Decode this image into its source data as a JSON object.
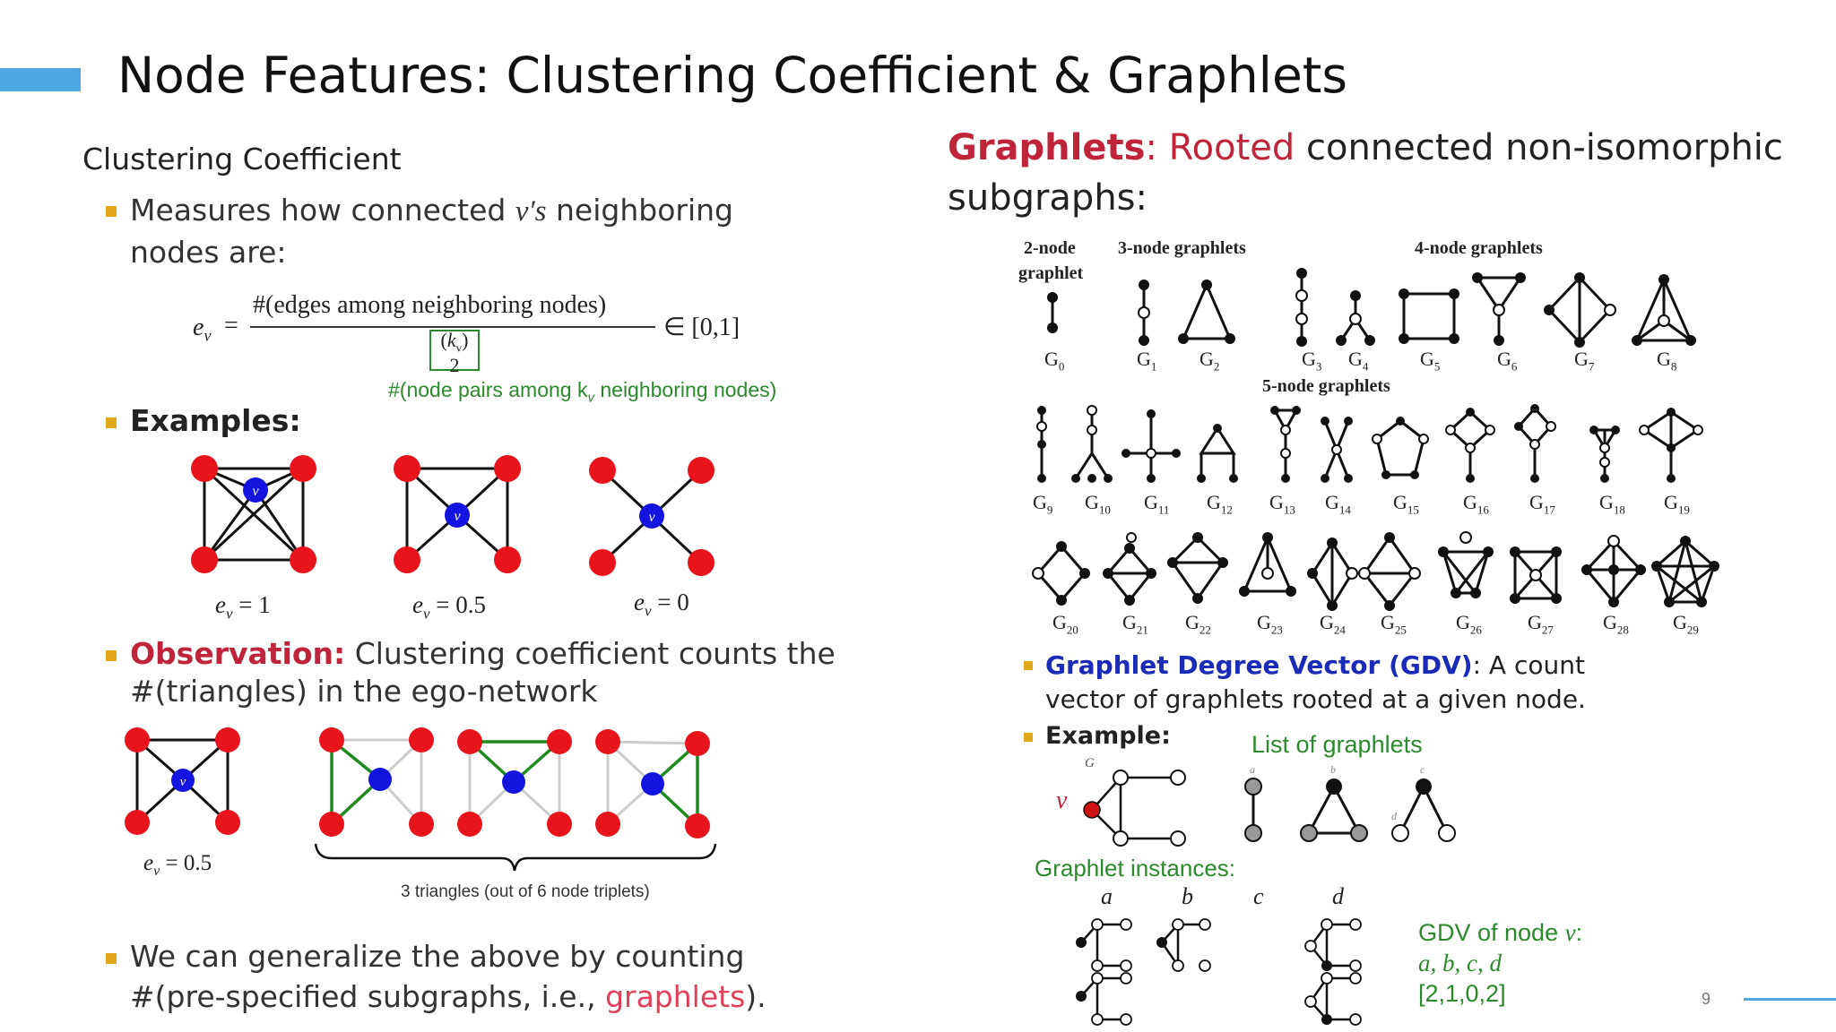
{
  "slide": {
    "title": "Node Features: Clustering Coefficient & Graphlets",
    "page_number": "9",
    "accent_color": "#4fa8e6"
  },
  "left": {
    "subtitle": "Clustering Coefficient",
    "bullet1_a": "Measures how connected ",
    "bullet1_v": "v′s",
    "bullet1_b": " neighboring",
    "bullet1_c": "nodes are:",
    "formula_lhs": "e",
    "formula_lhs_sub": "v",
    "formula_eq": "=",
    "formula_num": "#(edges among neighboring nodes)",
    "formula_den_k": "k",
    "formula_den_sub": "v",
    "formula_den_2": "2",
    "formula_range": "∈ [0,1]",
    "formula_note": "#(node pairs among k",
    "formula_note_sub": "v",
    "formula_note_end": " neighboring nodes)",
    "examples_label": "Examples:",
    "ex_labels": [
      "e",
      "e",
      "e"
    ],
    "ex_values": [
      "= 1",
      "= 0.5",
      "= 0"
    ],
    "observation_label": "Observation:",
    "observation_a": " Clustering coefficient counts the",
    "observation_b": "#(triangles) in the ego-network",
    "obs_ev": "= 0.5",
    "triangles_caption": "3 triangles (out of 6 node triplets)",
    "generalize_a": "We can generalize the above by counting",
    "generalize_b": "#(pre-specified subgraphs, i.e., ",
    "generalize_link": "graphlets",
    "generalize_end": ").",
    "node_label": "v"
  },
  "right": {
    "heading_graphlets": "Graphlets",
    "heading_colon": ": ",
    "heading_rooted": "Rooted",
    "heading_rest": " connected non-isomorphic",
    "heading_line2": "subgraphs:",
    "cat_2node_a": "2-node",
    "cat_2node_b": "graphlet",
    "cat_3node": "3-node graphlets",
    "cat_4node": "4-node graphlets",
    "cat_5node": "5-node graphlets",
    "g_row1": [
      "0",
      "1",
      "2",
      "3",
      "4",
      "5",
      "6",
      "7",
      "8"
    ],
    "g_row2": [
      "9",
      "10",
      "11",
      "12",
      "13",
      "14",
      "15",
      "16",
      "17",
      "18",
      "19"
    ],
    "g_row3": [
      "20",
      "21",
      "22",
      "23",
      "24",
      "25",
      "26",
      "27",
      "28",
      "29"
    ],
    "gdv_label": "Graphlet Degree Vector (GDV)",
    "gdv_rest": ": A count",
    "gdv_line2": "vector of graphlets rooted at a given node.",
    "example_label": "Example:",
    "list_label": "List of graphlets",
    "graph_G": "G",
    "node_v": "v",
    "graphlet_letters": [
      "a",
      "b",
      "c",
      "d"
    ],
    "instances_label": "Graphlet instances:",
    "gdv_of": "GDV of node ",
    "gdv_v": "v",
    "gdv_colon": ":",
    "gdv_letters": "a, b, c, d",
    "gdv_vector": "[2,1,0,2]"
  }
}
